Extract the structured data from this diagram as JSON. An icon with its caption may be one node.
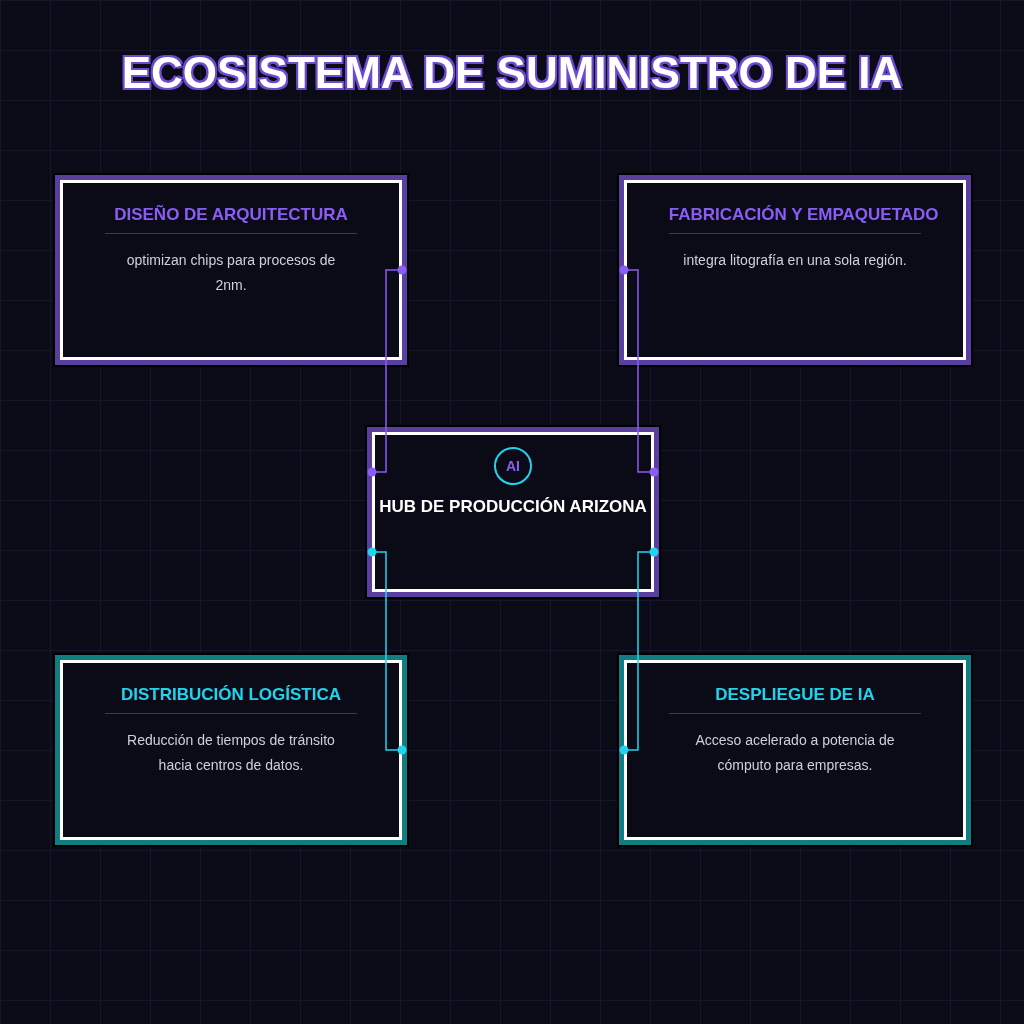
{
  "diagram": {
    "title": "ECOSISTEMA DE SUMINISTRO DE IA",
    "nodes": [
      {
        "text": [
          "DISEÑO DE ARQUITECTURA",
          "optimizan chips para procesos de 2nm."
        ]
      },
      {
        "text": [
          "FABRICACIÓN Y EMPAQUETADO",
          "integra litografía en una sola región."
        ]
      },
      {
        "text": [
          "HUB DE PRODUCCIÓN ARIZONA"
        ]
      },
      {
        "text": [
          "AI"
        ],
        "in": 2
      },
      {
        "text": [
          "DISTRIBUCIÓN LOGÍSTICA",
          "Reducción de tiempos de tránsito hacia centros de datos."
        ]
      },
      {
        "text": [
          "DESPLIEGUE DE IA",
          "Acceso acelerado a potencia de cómputo para empresas."
        ]
      }
    ],
    "edges": [
      {
        "from": 0,
        "to": 2,
        "arrow": "other",
        "color": "#8b5cf6"
      },
      {
        "from": 1,
        "to": 2,
        "arrow": "other",
        "color": "#8b5cf6"
      },
      {
        "from": 2,
        "to": 4,
        "arrow": "other",
        "color": "#22d3ee"
      },
      {
        "from": 2,
        "to": 5,
        "arrow": "other",
        "color": "#22d3ee"
      }
    ]
  }
}
